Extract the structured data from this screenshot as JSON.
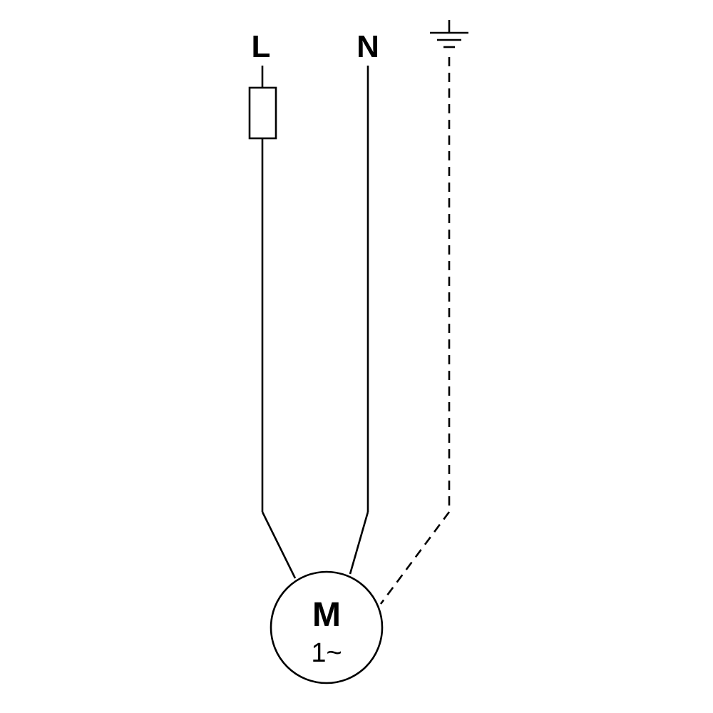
{
  "diagram": {
    "type": "electrical-wiring-schematic",
    "description": "Single-phase motor connection diagram with live line fused, neutral line, and dashed protective-earth line converging on a motor symbol",
    "labels": {
      "live": "L",
      "neutral": "N",
      "motor": "M",
      "phase": "1~"
    },
    "symbols": [
      {
        "name": "fuse",
        "kind": "rectangle-on-live-wire"
      },
      {
        "name": "earth-ground",
        "kind": "three-bar-ground"
      },
      {
        "name": "motor",
        "kind": "circle"
      }
    ],
    "colors": {
      "line": "#000000",
      "background": "#ffffff"
    }
  }
}
